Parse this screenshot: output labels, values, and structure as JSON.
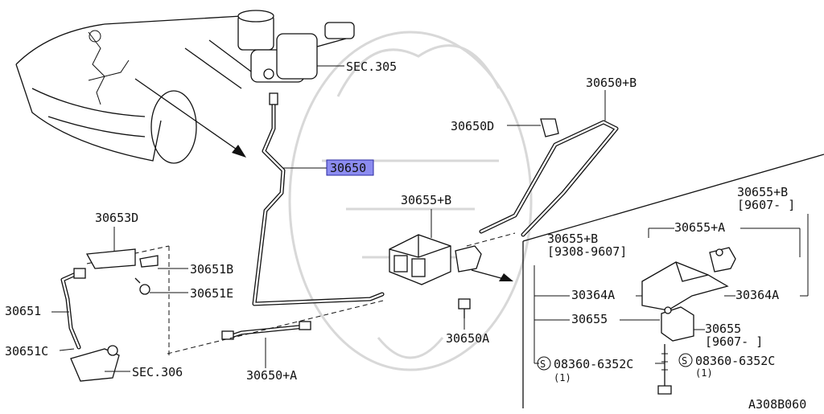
{
  "diagram": {
    "labels": {
      "sec305": "SEC.305",
      "p30650": "30650",
      "p30650b": "30650+B",
      "p30650d": "30650D",
      "p30653d": "30653D",
      "p30651b": "30651B",
      "p30651e": "30651E",
      "p30651": "30651",
      "p30651c": "30651C",
      "sec306": "SEC.306",
      "p30650a_bottom": "30650+A",
      "p30655b_top": "30655+B",
      "p30650a_right": "30650A",
      "p30655b_detail": "30655+B",
      "date_9607_top": "[9607-    ]",
      "p30655b_mid": "30655+B",
      "date_9308_9607": "[9308-9607]",
      "p30655a": "30655+A",
      "p30364a_left": "30364A",
      "p30364a_right": "30364A",
      "p30655_left": "30655",
      "p30655_right": "30655",
      "date_9607_bottom": "[9607-    ]",
      "bolt_left": "08360-6352C",
      "bolt_left_qty": "(1)",
      "bolt_right": "08360-6352C",
      "bolt_right_qty": "(1)",
      "bolt_symbol": "S",
      "diagram_code": "A308B060"
    },
    "highlight_color": "#8c8cf0"
  }
}
